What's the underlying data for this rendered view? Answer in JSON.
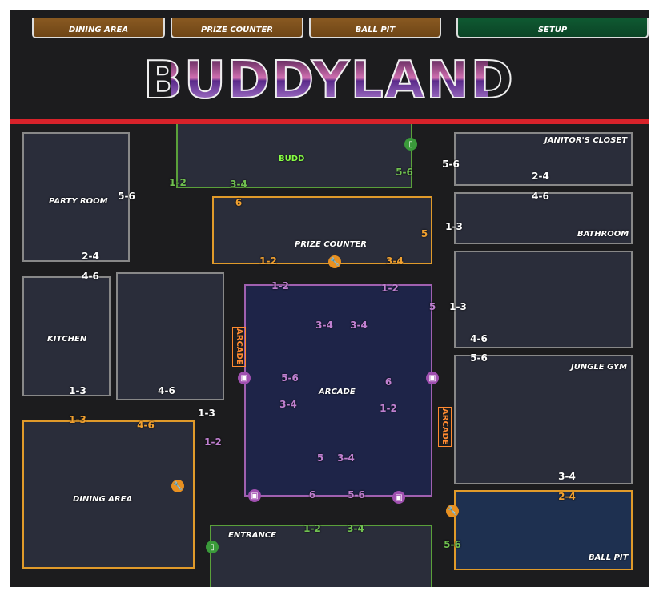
{
  "tabs": [
    "DINING AREA",
    "PRIZE COUNTER",
    "BALL PIT",
    "SETUP"
  ],
  "logo": "BUDDYLAND",
  "rooms": {
    "party_room": "PARTY ROOM",
    "kitchen": "KITCHEN",
    "dining_area": "DINING AREA",
    "prize_counter": "PRIZE COUNTER",
    "arcade": "ARCADE",
    "entrance": "ENTRANCE",
    "janitors_closet": "JANITOR'S CLOSET",
    "bathroom": "BATHROOM",
    "jungle_gym": "JUNGLE GYM",
    "ball_pit": "BALL PIT"
  },
  "signs": {
    "arcade_left": "ARCADE",
    "arcade_right": "ARCADE",
    "neon": "BUDD"
  },
  "badges": {
    "white": [
      "5-6",
      "2-4",
      "4-6",
      "1-3",
      "5-6",
      "2-4",
      "4-6",
      "1-3",
      "1-3",
      "4-6",
      "5-6",
      "3-4",
      "4-6",
      "1-3"
    ],
    "orange": [
      "1-3",
      "4-6",
      "2-4",
      "5",
      "1-2",
      "3-4",
      "6"
    ],
    "green": [
      "1-2",
      "3-4",
      "5-6",
      "1-2",
      "3-4",
      "5-6"
    ],
    "purple": [
      "1-2",
      "1-2",
      "3-4",
      "3-4",
      "5-6",
      "3-4",
      "6",
      "1-2",
      "5",
      "3-4",
      "6",
      "5-6",
      "1-2",
      "5"
    ]
  },
  "icons": {
    "wrench": "wrench-icon",
    "arcade": "arcade-cabinet-icon",
    "door": "door-icon"
  },
  "colors": {
    "orange": "#e09a2a",
    "purple": "#a060b0",
    "green": "#5aa03a",
    "red": "#d8222a"
  }
}
